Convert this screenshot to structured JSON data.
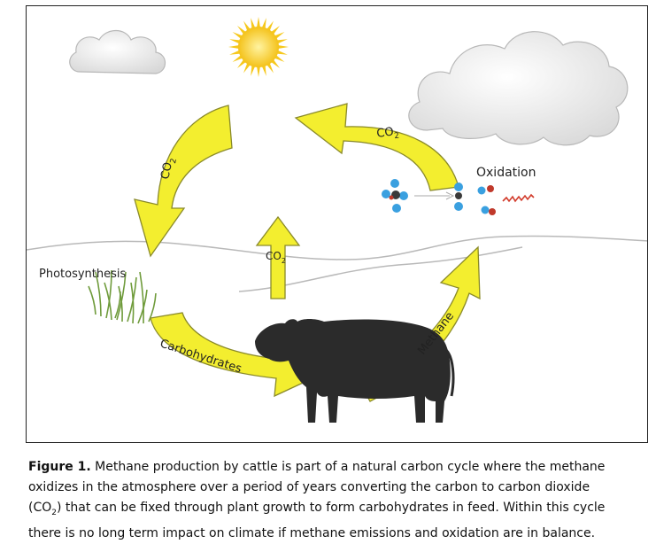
{
  "diagram": {
    "labels": {
      "co2": "CO",
      "co2_sub": "2",
      "oxidation": "Oxidation",
      "photosynthesis": "Photosynthesis",
      "carbohydrates": "Carbohydrates",
      "methane": "Methane"
    },
    "colors": {
      "arrow_fill": "#f3ee2f",
      "arrow_stroke": "#8a8a2a",
      "sun": "#f7cf1e",
      "cow": "#2b2b2b",
      "grass": "#6f9b3b",
      "molecule_blue": "#3aa0e0",
      "molecule_red": "#c0392b",
      "cloud": "#f2f2f2"
    }
  },
  "caption": {
    "figure_label": "Figure 1.",
    "line1": " Methane production by cattle is part of a natural carbon cycle where the methane",
    "line2": "oxidizes in the atmosphere over a period of years converting the carbon to carbon dioxide",
    "line3_a": "(CO",
    "line3_sub": "2",
    "line3_b": ") that can be fixed through plant growth to form carbohydrates in feed. Within this cycle",
    "line4": "there is no long term impact on climate if methane emissions and oxidation are in balance."
  }
}
